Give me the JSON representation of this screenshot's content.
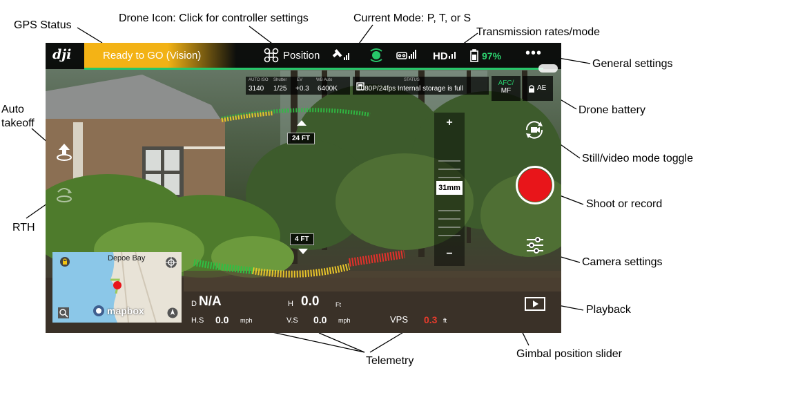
{
  "annotations": {
    "gps_status": "GPS Status",
    "drone_icon": "Drone Icon: Click for controller settings",
    "current_mode": "Current Mode: P, T, or S",
    "transmission": "Transmission rates/mode",
    "general_settings": "General settings",
    "drone_battery": "Drone battery",
    "still_video_toggle": "Still/video mode toggle",
    "shoot_or_record": "Shoot or record",
    "camera_settings": "Camera settings",
    "playback": "Playback",
    "gimbal_slider": "Gimbal position slider",
    "telemetry": "Telemetry",
    "auto_takeoff_line1": "Auto",
    "auto_takeoff_line2": "takeoff",
    "rth": "RTH"
  },
  "app": {
    "logo": "dji",
    "gps_status_text": "Ready to GO (Vision)",
    "flight_mode": "Position",
    "transmission_label": "HD",
    "battery_percent": "97%",
    "more_icon": "•••"
  },
  "camera_params": {
    "labels": [
      "AUTO ISO",
      "Shutter",
      "EV",
      "WB Auto"
    ],
    "values": [
      "3140",
      "1/25",
      "+0.3",
      "6400K"
    ]
  },
  "recording": {
    "status_label": "STATUS",
    "text": "1080P/24fps  Internal storage is full"
  },
  "focus": {
    "label_top": "AFC/",
    "label_bottom": "MF",
    "ae": "AE"
  },
  "obstacle": {
    "upper": "24 FT",
    "lower": "4 FT"
  },
  "zoom": {
    "plus": "+",
    "value": "31mm",
    "minus": "−"
  },
  "map": {
    "place": "Depoe Bay",
    "brand": "mapbox"
  },
  "telemetry": {
    "d_label": "D",
    "d_value": "N/A",
    "h_label": "H",
    "h_value": "0.0",
    "h_unit": "Ft",
    "hs_label": "H.S",
    "hs_value": "0.0",
    "hs_unit": "mph",
    "vs_label": "V.S",
    "vs_value": "0.0",
    "vs_unit": "mph",
    "vps_label": "VPS",
    "vps_value": "0.3",
    "vps_unit": "ft"
  },
  "colors": {
    "gps_bar": "#f4b315",
    "battery": "#2dd36f",
    "shutter": "#e8151a",
    "vps_value": "#e83b2c"
  }
}
